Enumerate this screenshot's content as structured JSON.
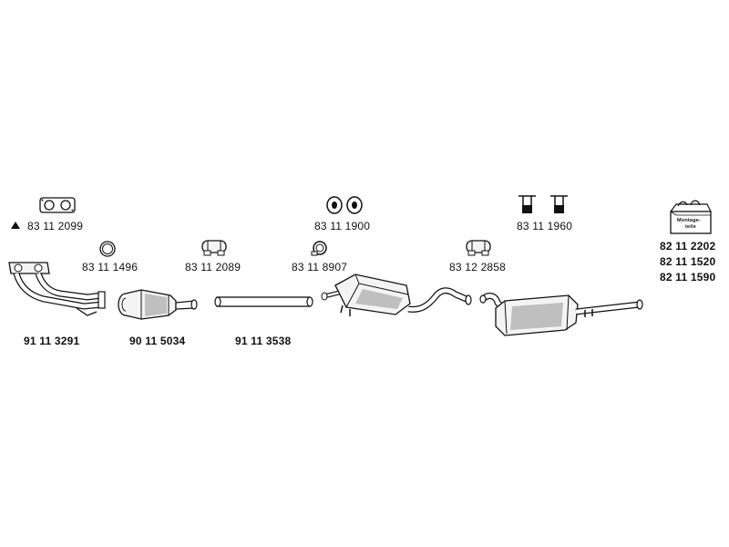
{
  "parts": {
    "gasket_front": "83 11 2099",
    "ring_seal": "83 11 1496",
    "clamp_1": "83 11 2089",
    "rubber_mount_pair": "83 11 1900",
    "clamp_2": "83 11 8907",
    "hanger_pair": "83 11 1960",
    "clamp_3": "83 12 2858",
    "front_pipe": "91 11 3291",
    "catalytic_converter": "90 11 5034",
    "intermediate_pipe": "91 11 3538",
    "kit_1": "82 11 2202",
    "kit_2": "82 11 1520",
    "kit_3": "82 11 1590"
  },
  "mounting_box": {
    "line1": "Montage-",
    "line2": "teile"
  },
  "colors": {
    "ink": "#111111",
    "part_fill": "#f4f4f4",
    "shade": "#bfbfbf"
  }
}
